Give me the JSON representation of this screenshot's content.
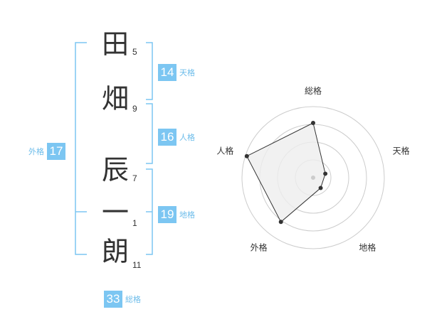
{
  "name": {
    "chars": [
      {
        "char": "田",
        "strokes": "5"
      },
      {
        "char": "畑",
        "strokes": "9"
      },
      {
        "char": "辰",
        "strokes": "7"
      },
      {
        "char": "一",
        "strokes": "1"
      },
      {
        "char": "朗",
        "strokes": "11"
      }
    ]
  },
  "scores": {
    "tenkaku": {
      "value": "14",
      "label": "天格"
    },
    "jinkaku": {
      "value": "16",
      "label": "人格"
    },
    "chikaku": {
      "value": "19",
      "label": "地格"
    },
    "gaikaku": {
      "value": "17",
      "label": "外格"
    },
    "soukaku": {
      "value": "33",
      "label": "総格"
    }
  },
  "chart_data": {
    "type": "radar",
    "axes": [
      "総格",
      "天格",
      "地格",
      "外格",
      "人格"
    ],
    "values": [
      0.77,
      0.18,
      0.18,
      0.77,
      0.98
    ],
    "max": 1,
    "rings": 4,
    "colors": {
      "fill": "#eeeeee",
      "line": "#333333",
      "grid": "#cccccc"
    }
  },
  "colors": {
    "accent": "#7cc6f2",
    "label": "#6cbcea",
    "bracket": "#7cc6f2"
  }
}
